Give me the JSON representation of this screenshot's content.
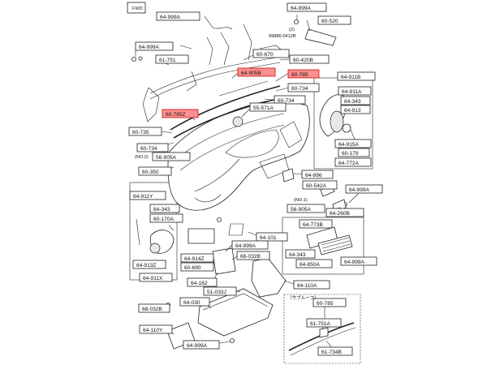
{
  "diagram": {
    "corner_tab": "FWD",
    "labels": [
      {
        "id": "p1",
        "text": "64-999A"
      },
      {
        "id": "p2",
        "text": "64-999A"
      },
      {
        "id": "p3",
        "text": "60-520"
      },
      {
        "id": "p4",
        "text": "(2)"
      },
      {
        "id": "p5",
        "text": "99886-0412B"
      },
      {
        "id": "p6",
        "text": "64-999A"
      },
      {
        "id": "p7",
        "text": "61-751"
      },
      {
        "id": "p8",
        "text": "60-670"
      },
      {
        "id": "p9",
        "text": "60-420B"
      },
      {
        "id": "p10",
        "text": "64-905B"
      },
      {
        "id": "p11",
        "text": "60-785"
      },
      {
        "id": "p12",
        "text": "60-734"
      },
      {
        "id": "p13",
        "text": "60-734"
      },
      {
        "id": "p14",
        "text": "55-571A"
      },
      {
        "id": "p15",
        "text": "60-785Z"
      },
      {
        "id": "p16",
        "text": "60-735"
      },
      {
        "id": "p17",
        "text": "60-734"
      },
      {
        "id": "p18",
        "text": "(NO.2)"
      },
      {
        "id": "p19",
        "text": "56-905A"
      },
      {
        "id": "p20",
        "text": "60-350"
      },
      {
        "id": "p21",
        "text": "64-911B"
      },
      {
        "id": "p22",
        "text": "64-911A"
      },
      {
        "id": "p23",
        "text": "64-343"
      },
      {
        "id": "p24",
        "text": "64-913"
      },
      {
        "id": "p25",
        "text": "64-915A"
      },
      {
        "id": "p26",
        "text": "60-179"
      },
      {
        "id": "p27",
        "text": "64-772A"
      },
      {
        "id": "p28",
        "text": "64-996"
      },
      {
        "id": "p29",
        "text": "60-542A"
      },
      {
        "id": "p30",
        "text": "64-999A"
      },
      {
        "id": "p31",
        "text": "(NO.1)"
      },
      {
        "id": "p32",
        "text": "56-905A"
      },
      {
        "id": "p33",
        "text": "64-260B"
      },
      {
        "id": "p34",
        "text": "64-911Y"
      },
      {
        "id": "p35",
        "text": "64-343"
      },
      {
        "id": "p36",
        "text": "60-170A"
      },
      {
        "id": "p37",
        "text": "64-913Z"
      },
      {
        "id": "p38",
        "text": "64-911X"
      },
      {
        "id": "p39",
        "text": "64-101"
      },
      {
        "id": "p40",
        "text": "64-999A"
      },
      {
        "id": "p41",
        "text": "64-914Z"
      },
      {
        "id": "p42",
        "text": "60-690"
      },
      {
        "id": "p43",
        "text": "68-032B"
      },
      {
        "id": "p44",
        "text": "64-162"
      },
      {
        "id": "p45",
        "text": "51-033J"
      },
      {
        "id": "p46",
        "text": "64-773B"
      },
      {
        "id": "p47",
        "text": "64-343"
      },
      {
        "id": "p48",
        "text": "64-850A"
      },
      {
        "id": "p49",
        "text": "64-999A"
      },
      {
        "id": "p50",
        "text": "64-110A"
      },
      {
        "id": "p51",
        "text": "68-032B"
      },
      {
        "id": "p52",
        "text": "64-030"
      },
      {
        "id": "p53",
        "text": "64-110Y"
      },
      {
        "id": "p54",
        "text": "64-999A"
      },
      {
        "id": "p55",
        "text": "60-785"
      },
      {
        "id": "p56",
        "text": "61-751A"
      },
      {
        "id": "p57",
        "text": "61-734B"
      },
      {
        "id": "p58",
        "text": "（サブルーフ）"
      }
    ],
    "highlight_color": "#ff8f8f"
  }
}
